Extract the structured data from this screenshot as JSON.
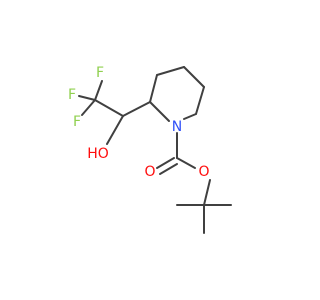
{
  "molecule": {
    "atom_labels": {
      "f_top": "F",
      "f_left": "F",
      "f_mid": "F",
      "hydroxyl": "HO",
      "nitrogen": "N",
      "carbonyl_oxygen": "O",
      "ester_oxygen": "O"
    },
    "colors": {
      "bond": "#404040",
      "oxygen": "#ff0d0d",
      "nitrogen": "#3050f8",
      "fluorine": "#90d050"
    }
  }
}
